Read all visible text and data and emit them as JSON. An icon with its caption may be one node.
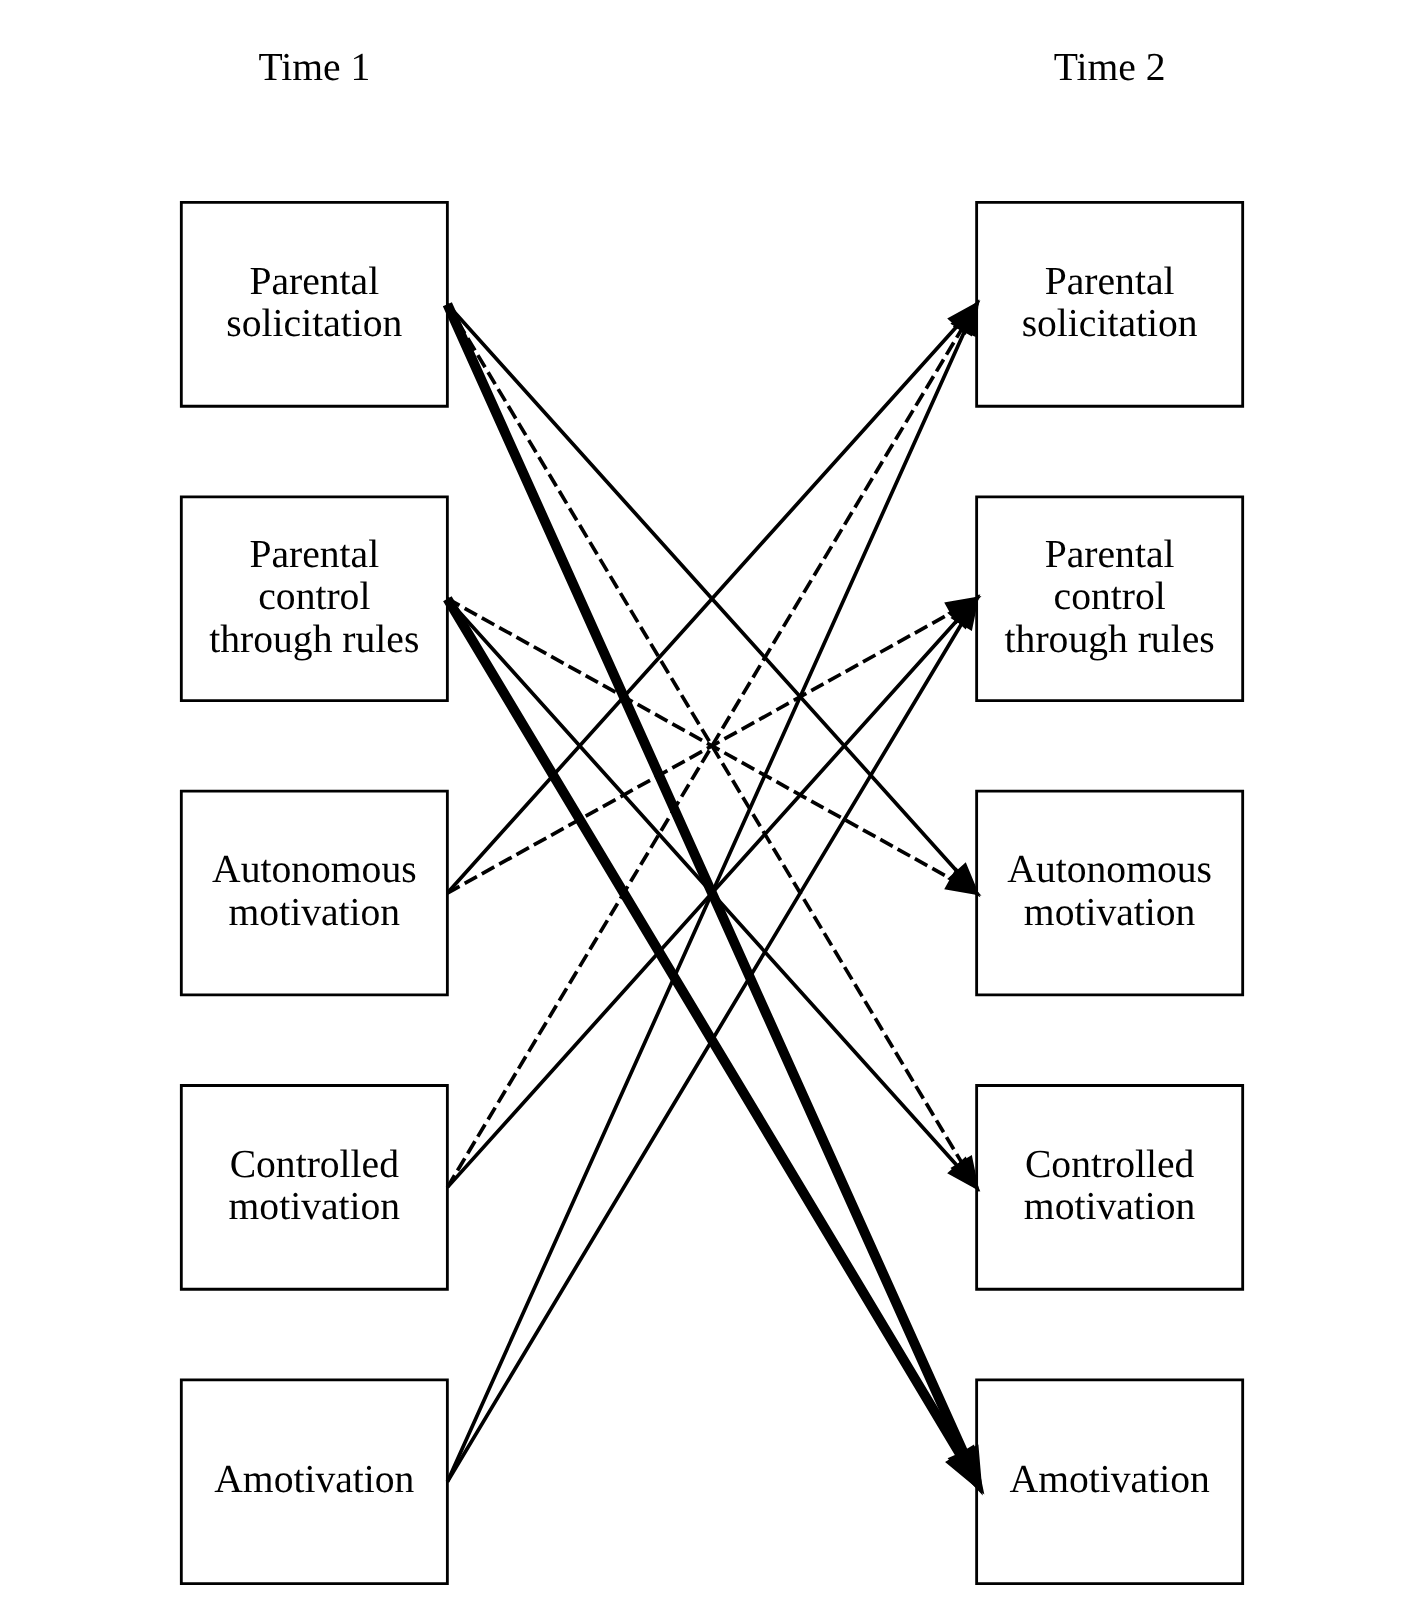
{
  "diagram": {
    "nodes": [
      {
        "text": [
          "Parental solicitation"
        ]
      },
      {
        "text": [
          "Parental control through rules"
        ]
      },
      {
        "text": [
          "Autonomous motivation"
        ]
      },
      {
        "text": [
          "Controlled motivation"
        ]
      },
      {
        "text": [
          "Amotivation"
        ]
      },
      {
        "text": [
          "Parental solicitation"
        ]
      },
      {
        "text": [
          "Parental control through rules"
        ]
      },
      {
        "text": [
          "Autonomous motivation"
        ]
      },
      {
        "text": [
          "Controlled motivation"
        ]
      },
      {
        "text": [
          "Amotivation"
        ]
      }
    ],
    "edges": [
      {
        "from": 0,
        "to": 7,
        "arrow": "to"
      },
      {
        "from": 0,
        "to": 8,
        "arrow": "to",
        "style": "dashed"
      },
      {
        "from": 0,
        "to": 9,
        "arrow": "to",
        "style": "thick"
      },
      {
        "from": 1,
        "to": 7,
        "arrow": "to",
        "style": "dashed"
      },
      {
        "from": 1,
        "to": 8,
        "arrow": "to"
      },
      {
        "from": 1,
        "to": 9,
        "arrow": "to",
        "style": "thick"
      },
      {
        "from": 2,
        "to": 5,
        "arrow": "to"
      },
      {
        "from": 2,
        "to": 6,
        "arrow": "to",
        "style": "dashed"
      },
      {
        "from": 3,
        "to": 5,
        "arrow": "to",
        "style": "dashed"
      },
      {
        "from": 3,
        "to": 6,
        "arrow": "to"
      },
      {
        "from": 4,
        "to": 5,
        "arrow": "to"
      },
      {
        "from": 4,
        "to": 6,
        "arrow": "to"
      }
    ],
    "labels": [
      "Time 1",
      "Time 2"
    ]
  }
}
